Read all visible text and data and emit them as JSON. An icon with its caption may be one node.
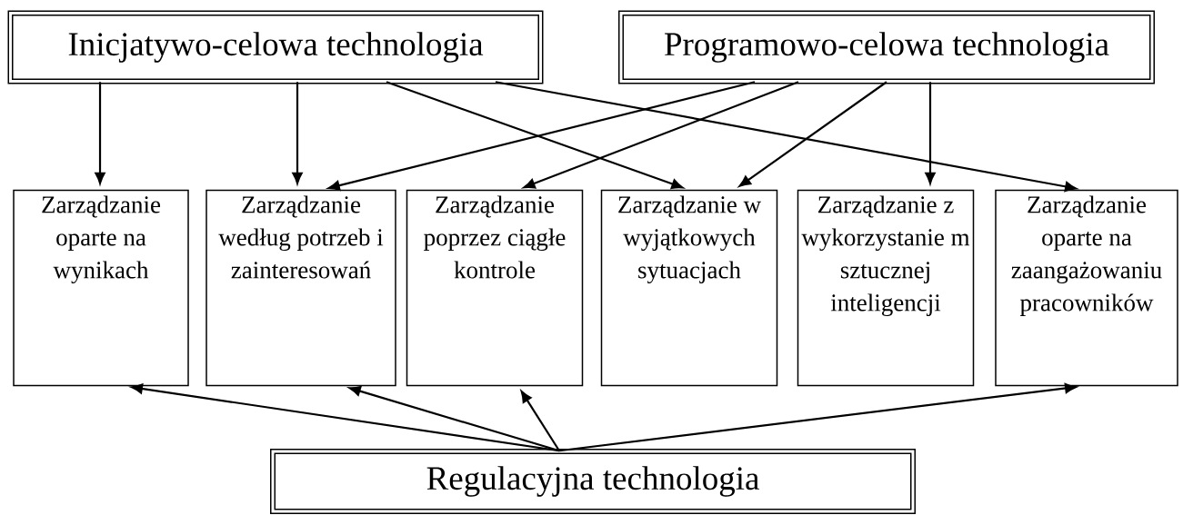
{
  "diagram": {
    "nodes": [
      {
        "text": [
          "Inicjatywo-celowa technologia"
        ]
      },
      {
        "text": [
          "Programowo-celowa technologia"
        ]
      },
      {
        "text": [
          "Zarządzanie oparte na wynikach"
        ]
      },
      {
        "text": [
          "Zarządzanie według potrzeb i zainteresowań"
        ]
      },
      {
        "text": [
          "Zarządzanie poprzez ciągłe kontrole"
        ]
      },
      {
        "text": [
          "Zarządzanie w wyjątkowych sytuacjach"
        ]
      },
      {
        "text": [
          "Zarządzanie z wykorzystanie m sztucznej inteligencji"
        ]
      },
      {
        "text": [
          "Zarządzanie oparte na zaangażowaniu pracowników"
        ]
      },
      {
        "text": [
          "Regulacyjna technologia"
        ]
      }
    ],
    "edges": [
      {
        "from": 0,
        "to": 2,
        "arrow": "to"
      },
      {
        "from": 0,
        "to": 3,
        "arrow": "to"
      },
      {
        "from": 0,
        "to": 5,
        "arrow": "to"
      },
      {
        "from": 0,
        "to": 7,
        "arrow": "to"
      },
      {
        "from": 1,
        "to": 3,
        "arrow": "to"
      },
      {
        "from": 1,
        "to": 4,
        "arrow": "to"
      },
      {
        "from": 1,
        "to": 5,
        "arrow": "to"
      },
      {
        "from": 1,
        "to": 6,
        "arrow": "to"
      },
      {
        "from": 8,
        "to": 2,
        "arrow": "to"
      },
      {
        "from": 8,
        "to": 3,
        "arrow": "to"
      },
      {
        "from": 8,
        "to": 4,
        "arrow": "to"
      },
      {
        "from": 8,
        "to": 7,
        "arrow": "to"
      }
    ]
  }
}
